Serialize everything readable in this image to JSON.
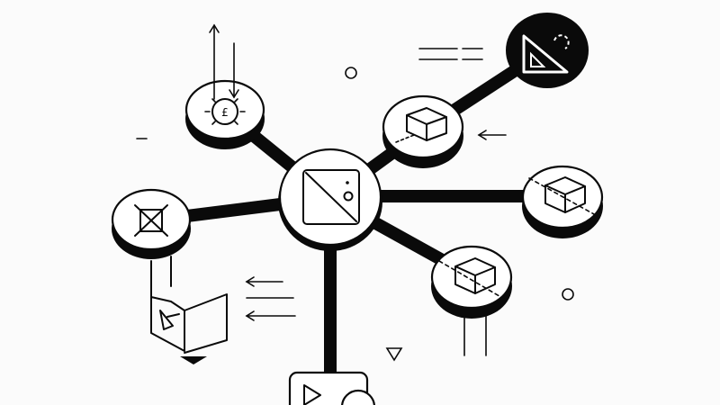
{
  "diagram": {
    "style": "black-and-white line illustration",
    "hub": {
      "icon": "image-frame-icon"
    },
    "nodes": [
      {
        "id": "lightbulb",
        "icon": "lightbulb-icon",
        "small_text": "£"
      },
      {
        "id": "frame-x",
        "icon": "crossed-frame-icon"
      },
      {
        "id": "cube-top",
        "icon": "cube-icon"
      },
      {
        "id": "cube-right",
        "icon": "cube-icon"
      },
      {
        "id": "cube-bottom",
        "icon": "cube-icon"
      },
      {
        "id": "triangle",
        "icon": "triangle-ruler-icon"
      },
      {
        "id": "play",
        "icon": "play-icon"
      },
      {
        "id": "folder",
        "icon": "folder-pen-icon"
      }
    ],
    "colors": {
      "ink": "#0a0a0a",
      "paper": "#fbfbfb",
      "fill": "#ffffff"
    }
  }
}
